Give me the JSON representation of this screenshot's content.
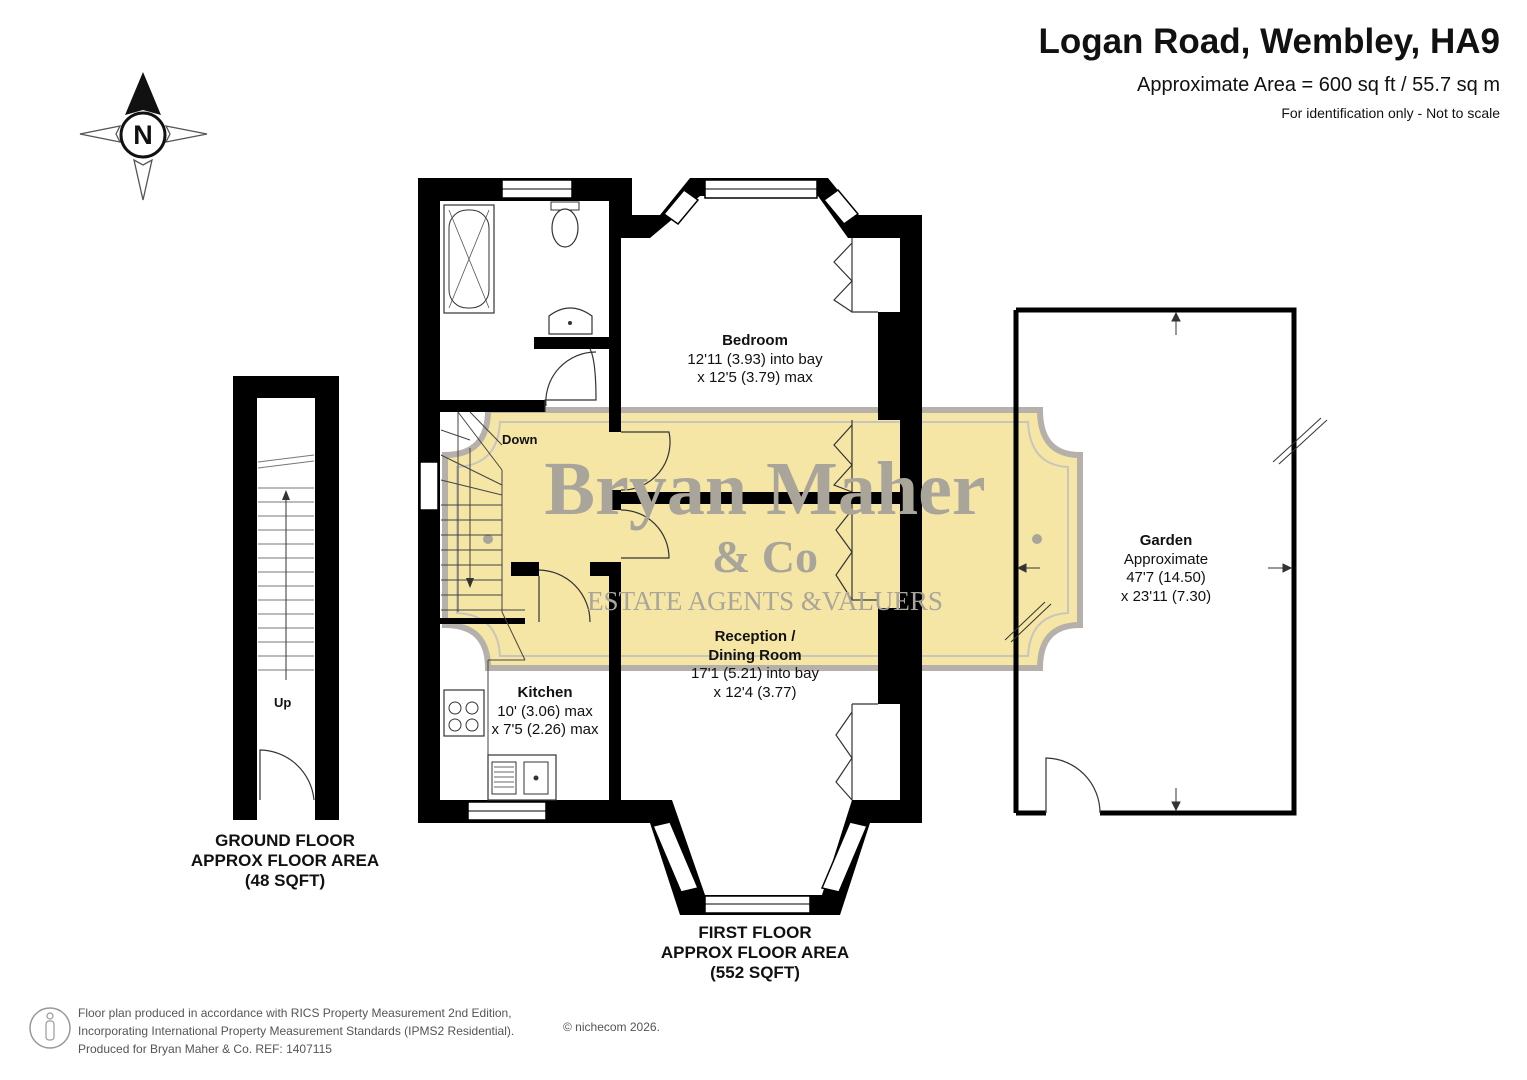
{
  "header": {
    "title": "Logan Road, Wembley, HA9",
    "area": "Approximate Area = 600 sq ft / 55.7 sq m",
    "disclaimer": "For identification only - Not to scale"
  },
  "compass": {
    "letter": "N"
  },
  "watermark": {
    "line1": "Bryan Maher",
    "line2": "& Co",
    "line3": "ESTATE AGENTS &VALUERS",
    "fill": "#f5e6a6",
    "frame": "#b5b1aa"
  },
  "rooms": {
    "bedroom": {
      "name": "Bedroom",
      "line1": "12'11 (3.93) into bay",
      "line2": "x 12'5 (3.79) max"
    },
    "reception": {
      "name1": "Reception /",
      "name2": "Dining Room",
      "line1": "17'1 (5.21) into bay",
      "line2": "x 12'4 (3.77)"
    },
    "kitchen": {
      "name": "Kitchen",
      "line1": "10' (3.06) max",
      "line2": "x 7'5 (2.26) max"
    },
    "garden": {
      "name": "Garden",
      "line1": "Approximate",
      "line2": "47'7 (14.50)",
      "line3": "x 23'11 (7.30)"
    }
  },
  "stairs": {
    "down": "Down",
    "up": "Up"
  },
  "floors": {
    "ground": {
      "line1": "GROUND FLOOR",
      "line2": "APPROX FLOOR AREA",
      "line3": "(48 SQFT)"
    },
    "first": {
      "line1": "FIRST FLOOR",
      "line2": "APPROX FLOOR AREA",
      "line3": "(552 SQFT)"
    }
  },
  "footer": {
    "line1": "Floor plan produced in accordance with RICS Property Measurement 2nd Edition,",
    "line2": "Incorporating International Property Measurement Standards (IPMS2 Residential).",
    "line3": "Produced for Bryan Maher & Co.   REF: 1407115",
    "copyright": "© nichecom 2026."
  },
  "colors": {
    "wall": "#000000",
    "window": "#ffffff",
    "text": "#111111"
  }
}
